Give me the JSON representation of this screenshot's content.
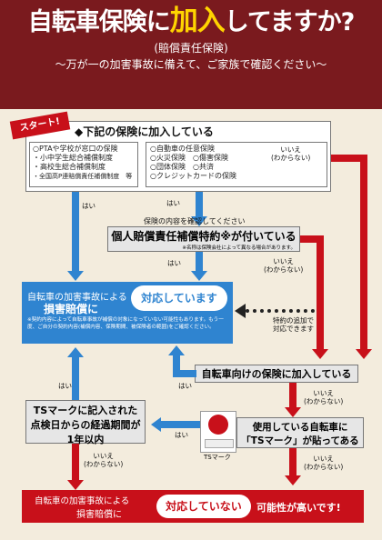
{
  "header": {
    "title_a": "自転車保険",
    "title_b": "に",
    "title_c": "加入",
    "title_d": "してますか?",
    "subtitle": "(賠償責任保険)",
    "tagline": "〜万が一の加害事故に備えて、ご家族で確認ください〜"
  },
  "start": {
    "badge": "スタート!",
    "heading": "◆下記の保険に加入している",
    "left_items": [
      "○PTAや学校が窓口の保険",
      "・小中学生総合補償制度",
      "・高校生総合補償制度",
      "・全国高P連賠償責任補償制度　等"
    ],
    "right_items": [
      "○自動車の任意保険",
      "○火災保険　○傷害保険",
      "○団体保険　○共済",
      "○クレジットカードの保険"
    ]
  },
  "labels": {
    "yes": "はい",
    "no": "いいえ",
    "dontknow": "(わからない)",
    "special": "特約の追加で\n対応できます"
  },
  "check_text": "保険の内容を確認してください",
  "rider": {
    "text": "個人賠償責任補償特約※が付いている",
    "note": "※名称は保険会社によって異なる場合があります。"
  },
  "covered": {
    "line1": "自転車の加害事故による",
    "line2": "損害賠償に",
    "badge": "対応しています",
    "note": "※契約内容によって自転車事故が補償の対象になっていない可能性もあります。もう一度、ご自分の契約内容(補償内容、保険期間、被保険者の範囲)をご確認ください。"
  },
  "bike_insurance": "自転車向けの保険に加入している",
  "ts_mark": {
    "text1": "使用している自転車に",
    "text2": "「TSマーク」が貼ってある",
    "caption": "TSマーク"
  },
  "ts_period": {
    "line1": "TSマークに記入された",
    "line2": "点検日からの経過期間が",
    "line3": "1年以内"
  },
  "notcovered": {
    "line1": "自転車の加害事故による",
    "line2": "損害賠償に",
    "badge": "対応していない",
    "tail": "可能性が高いです!"
  },
  "colors": {
    "header": "#7a1a1e",
    "blue": "#2f84d0",
    "red": "#c8101a",
    "yellow": "#ffd400"
  }
}
